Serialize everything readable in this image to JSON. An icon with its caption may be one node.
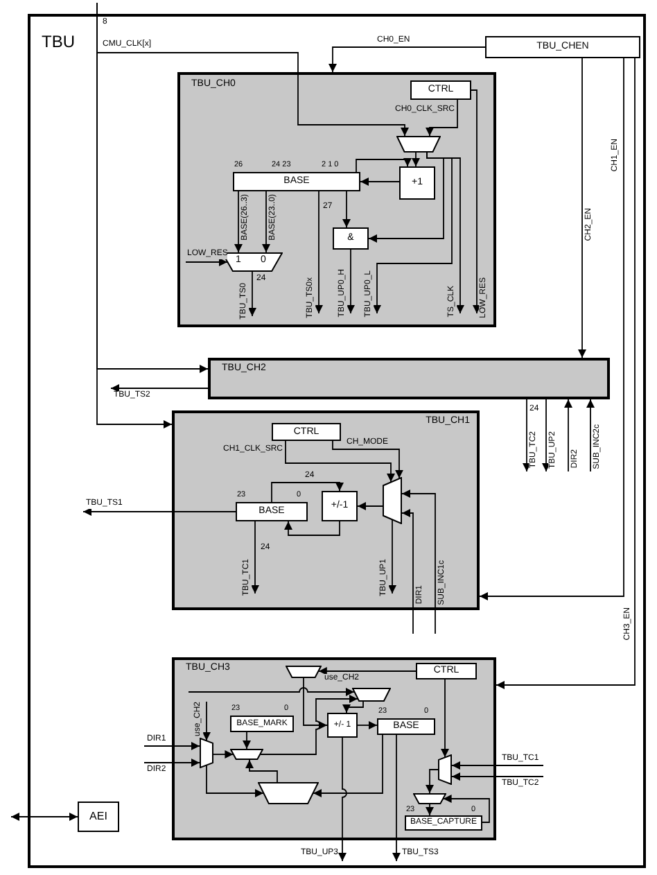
{
  "diagram": {
    "nodes": [
      {
        "text": [
          "TBU"
        ]
      },
      {
        "text": [
          "TBU_CHEN"
        ],
        "in": 0
      },
      {
        "text": [
          "TBU_CH0"
        ],
        "in": 0
      },
      {
        "text": [
          "CTRL"
        ],
        "in": 2
      },
      {
        "text": [],
        "shape": "trapezoid",
        "in": 2
      },
      {
        "text": [
          "BASE"
        ],
        "beside": [
          "26",
          "24 23",
          "2 1 0"
        ],
        "in": 2
      },
      {
        "text": [
          "+1"
        ],
        "in": 2
      },
      {
        "text": [
          "&"
        ],
        "in": 2
      },
      {
        "text": [
          "1",
          "0"
        ],
        "in": 2
      },
      {
        "text": [
          "TBU_CH2"
        ],
        "in": 0
      },
      {
        "text": [
          "TBU_CH1"
        ],
        "in": 0
      },
      {
        "text": [
          "CTRL"
        ],
        "in": 10
      },
      {
        "text": [
          "+/-1"
        ],
        "in": 10
      },
      {
        "text": [
          "BASE"
        ],
        "beside": [
          "23",
          "0"
        ],
        "in": 10
      },
      {
        "text": [],
        "shape": "trapezoid",
        "in": 10
      },
      {
        "text": [
          "TBU_CH3"
        ],
        "in": 0
      },
      {
        "text": [
          "CTRL"
        ],
        "in": 15
      },
      {
        "text": [],
        "shape": "trapezoid",
        "in": 15
      },
      {
        "text": [
          "BASE_MARK"
        ],
        "beside": [
          "23",
          "0"
        ],
        "in": 15
      },
      {
        "text": [
          "+/- 1"
        ],
        "in": 15
      },
      {
        "text": [
          "BASE"
        ],
        "beside": [
          "23",
          "0"
        ],
        "in": 15
      },
      {
        "text": [],
        "shape": "trapezoid",
        "in": 15
      },
      {
        "text": [],
        "shape": "trapezoid",
        "in": 15
      },
      {
        "text": [],
        "shape": "trapezoid",
        "in": 15
      },
      {
        "text": [],
        "shape": "trapezoid",
        "in": 15
      },
      {
        "text": [],
        "shape": "trapezoid",
        "in": 15
      },
      {
        "text": [
          "BASE_CAPTURE"
        ],
        "beside": [
          "23",
          "0"
        ],
        "in": 15
      },
      {
        "text": [],
        "shape": "trapezoid",
        "in": 15
      },
      {
        "text": [
          "AEI"
        ],
        "in": 0
      }
    ],
    "edges": [
      {
        "from": null,
        "to": 4,
        "arrow": "to",
        "label": "CMU_CLK[x]"
      },
      {
        "from": null,
        "to": 9,
        "arrow": "to"
      },
      {
        "from": null,
        "to": 10,
        "arrow": "to"
      },
      {
        "from": 1,
        "to": 2,
        "arrow": "to",
        "label": "CH0_EN"
      },
      {
        "from": 1,
        "to": 9,
        "arrow": "to",
        "label": "CH2_EN"
      },
      {
        "from": 1,
        "to": 10,
        "arrow": "to",
        "label": "CH1_EN"
      },
      {
        "from": 1,
        "to": 15,
        "arrow": "to",
        "label": "CH3_EN"
      },
      {
        "from": 3,
        "to": 4,
        "arrow": "to",
        "label": "CH0_CLK_SRC"
      },
      {
        "from": 4,
        "to": 6,
        "arrow": "to"
      },
      {
        "from": 5,
        "to": 6,
        "arrow": "to"
      },
      {
        "from": 6,
        "to": 5,
        "arrow": "to"
      },
      {
        "from": 5,
        "to": 8,
        "arrow": "to",
        "label": "BASE(26..3)"
      },
      {
        "from": 5,
        "to": 8,
        "arrow": "to",
        "label": "BASE(23..0)"
      },
      {
        "from": 5,
        "to": 7,
        "arrow": "to"
      },
      {
        "from": 4,
        "to": 7,
        "arrow": "to"
      },
      {
        "from": null,
        "to": 8,
        "arrow": "to",
        "label": "LOW_RES"
      },
      {
        "from": 8,
        "to": null,
        "arrow": "to",
        "label": "TBU_TS0"
      },
      {
        "from": 5,
        "to": null,
        "arrow": "to",
        "label": "TBU_TS0x"
      },
      {
        "from": 7,
        "to": null,
        "arrow": "to",
        "label": "TBU_UP0_H"
      },
      {
        "from": 4,
        "to": null,
        "arrow": "to",
        "label": "TBU_UP0_L"
      },
      {
        "from": 4,
        "to": null,
        "arrow": "to",
        "label": "TS_CLK"
      },
      {
        "from": 3,
        "to": null,
        "arrow": "to",
        "label": "LOW_RES"
      },
      {
        "from": 11,
        "to": 14,
        "arrow": "to",
        "label": "CH1_CLK_SRC"
      },
      {
        "from": 11,
        "to": 14,
        "arrow": "to",
        "label": "CH_MODE"
      },
      {
        "from": 14,
        "to": 12,
        "arrow": "to"
      },
      {
        "from": 12,
        "to": 13,
        "arrow": "to"
      },
      {
        "from": 13,
        "to": 12,
        "arrow": "to"
      },
      {
        "from": 13,
        "to": null,
        "arrow": "to",
        "label": "TBU_TS1"
      },
      {
        "from": 9,
        "to": null,
        "arrow": "to",
        "label": "TBU_TS2"
      },
      {
        "from": 13,
        "to": null,
        "arrow": "to",
        "label": "TBU_TC1"
      },
      {
        "from": 14,
        "to": null,
        "arrow": "to",
        "label": "TBU_UP1"
      },
      {
        "from": null,
        "to": 14,
        "arrow": "to",
        "label": "DIR1"
      },
      {
        "from": null,
        "to": 14,
        "arrow": "to",
        "label": "SUB_INC1c"
      },
      {
        "from": null,
        "to": 9,
        "arrow": "to",
        "label": "DIR2"
      },
      {
        "from": null,
        "to": 9,
        "arrow": "to",
        "label": "SUB_INC2c"
      },
      {
        "from": 9,
        "to": null,
        "arrow": "to",
        "label": "TBU_TC2"
      },
      {
        "from": 9,
        "to": null,
        "arrow": "to",
        "label": "TBU_UP2"
      },
      {
        "from": 16,
        "to": 17,
        "arrow": "to",
        "label": "use_CH2"
      },
      {
        "from": 16,
        "to": 24,
        "arrow": "to"
      },
      {
        "from": null,
        "to": 24,
        "arrow": "to",
        "label": "TBU_TC1"
      },
      {
        "from": null,
        "to": 24,
        "arrow": "to",
        "label": "TBU_TC2"
      },
      {
        "from": 24,
        "to": 25,
        "arrow": "to"
      },
      {
        "from": 25,
        "to": 26,
        "arrow": "to"
      },
      {
        "from": 26,
        "to": 25,
        "arrow": "to"
      },
      {
        "from": null,
        "to": 21,
        "arrow": "to",
        "label": "DIR1"
      },
      {
        "from": null,
        "to": 21,
        "arrow": "to",
        "label": "DIR2"
      },
      {
        "from": null,
        "to": 21,
        "arrow": "to",
        "label": "use_CH2"
      },
      {
        "from": 21,
        "to": 22,
        "arrow": "to"
      },
      {
        "from": 21,
        "to": 23,
        "arrow": "to"
      },
      {
        "from": 18,
        "to": 22,
        "arrow": "to"
      },
      {
        "from": 22,
        "to": 27,
        "arrow": "to"
      },
      {
        "from": null,
        "to": 27,
        "arrow": "to"
      },
      {
        "from": 27,
        "to": 19,
        "arrow": "to"
      },
      {
        "from": 17,
        "to": 19,
        "arrow": "to"
      },
      {
        "from": 19,
        "to": 20,
        "arrow": "to"
      },
      {
        "from": 20,
        "to": 23,
        "arrow": "to"
      },
      {
        "from": 23,
        "to": 22,
        "arrow": "to"
      },
      {
        "from": 20,
        "to": null,
        "arrow": "to",
        "label": "TBU_TS3"
      },
      {
        "from": 19,
        "to": null,
        "arrow": "to",
        "label": "TBU_UP3"
      },
      {
        "from": null,
        "to": 28,
        "arrow": "both"
      }
    ],
    "labels": [
      "8",
      "24",
      "27",
      "24",
      "24",
      "24"
    ]
  }
}
